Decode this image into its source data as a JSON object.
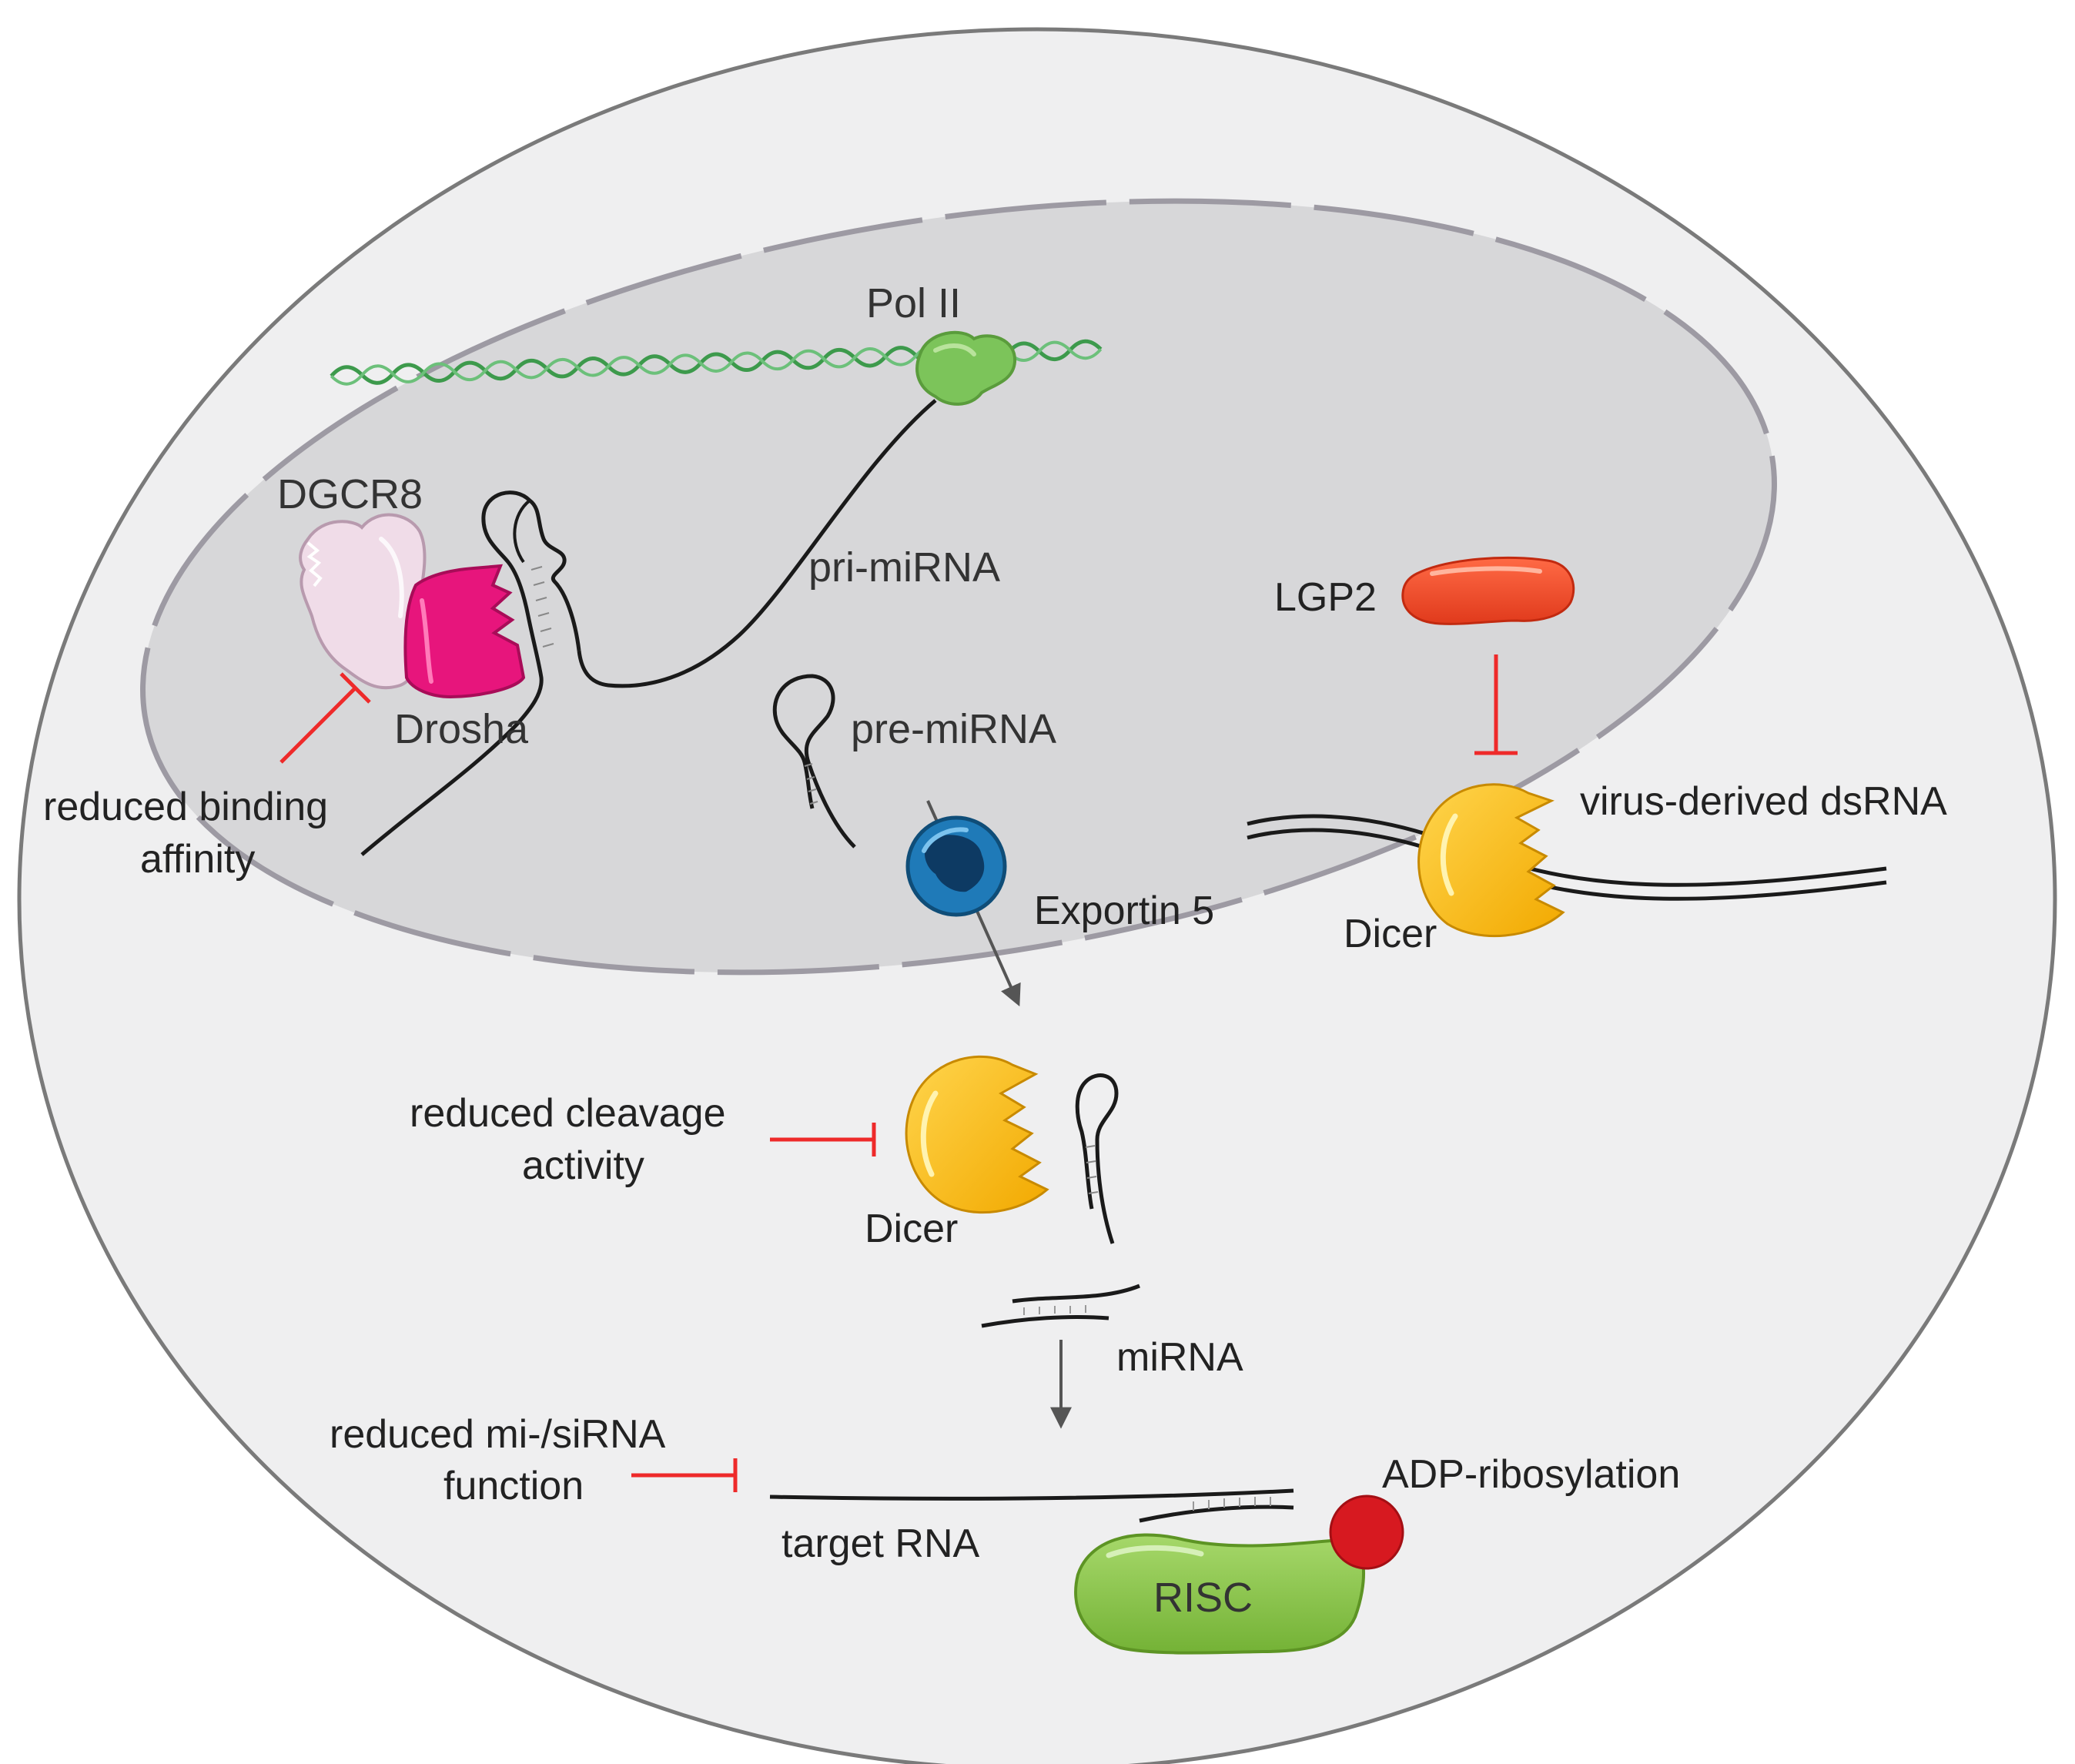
{
  "labels": {
    "pol2": "Pol II",
    "dgcr8": "DGCR8",
    "pri_mirna": "pri-miRNA",
    "drosha": "Drosha",
    "reduced_binding_line1": "reduced binding",
    "reduced_binding_line2": "affinity",
    "pre_mirna": "pre-miRNA",
    "exportin5": "Exportin 5",
    "lgp2": "LGP2",
    "virus_dsrna": "virus-derived dsRNA",
    "dicer_top": "Dicer",
    "reduced_cleavage_line1": "reduced cleavage",
    "reduced_cleavage_line2": "activity",
    "dicer_mid": "Dicer",
    "mirna": "miRNA",
    "reduced_function_line1": "reduced mi-/siRNA",
    "reduced_function_line2": "function",
    "target_rna": "target RNA",
    "risc": "RISC",
    "adp_ribosylation": "ADP-ribosylation"
  },
  "colors": {
    "cell_fill": "#efeff0",
    "cell_stroke": "#7a7a7a",
    "nucleus_fill": "#d7d7d9",
    "nucleus_stroke": "#9d9aa3",
    "inhibition": "#ee2a2a",
    "dicer": "#f7b500",
    "drosha": "#e7157c",
    "dgcr8": "#f0dce8",
    "pol2": "#7cc45a",
    "lgp2": "#f0492a",
    "exportin": "#1d6fa3",
    "risc": "#8cc63f",
    "adp_marker": "#d71920",
    "dna": "#3d9a4c"
  },
  "icons": [
    "dgcr8-protein-icon",
    "drosha-protein-icon",
    "pol2-protein-icon",
    "lgp2-protein-icon",
    "dicer-protein-icon",
    "exportin5-pore-icon",
    "risc-complex-icon",
    "adp-ribosylation-marker-icon"
  ]
}
